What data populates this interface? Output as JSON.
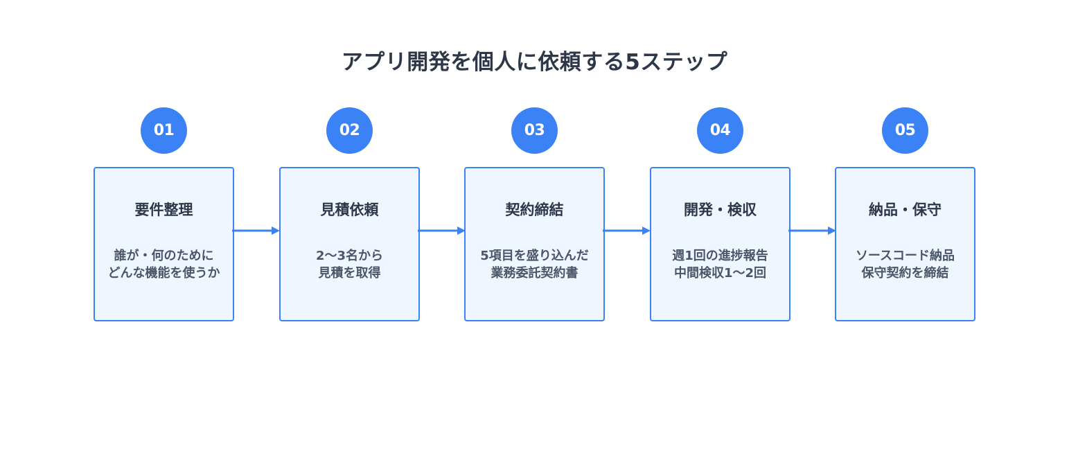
{
  "title": "アプリ開発を個人に依頼する5ステップ",
  "colors": {
    "accent": "#3b82f6",
    "box_fill": "#eff6ff",
    "title_text": "#2d3748",
    "desc_text": "#4a5568",
    "background": "#ffffff"
  },
  "steps": [
    {
      "number": "01",
      "title": "要件整理",
      "description": "誰が・何のために\nどんな機能を使うか"
    },
    {
      "number": "02",
      "title": "見積依頼",
      "description": "2〜3名から\n見積を取得"
    },
    {
      "number": "03",
      "title": "契約締結",
      "description": "5項目を盛り込んだ\n業務委託契約書"
    },
    {
      "number": "04",
      "title": "開発・検収",
      "description": "週1回の進捗報告\n中間検収1〜2回"
    },
    {
      "number": "05",
      "title": "納品・保守",
      "description": "ソースコード納品\n保守契約を締結"
    }
  ],
  "connectors": [
    {
      "from": "01",
      "to": "02",
      "icon": "arrow-right-icon"
    },
    {
      "from": "02",
      "to": "03",
      "icon": "arrow-right-icon"
    },
    {
      "from": "03",
      "to": "04",
      "icon": "arrow-right-icon"
    },
    {
      "from": "04",
      "to": "05",
      "icon": "arrow-right-icon"
    }
  ]
}
